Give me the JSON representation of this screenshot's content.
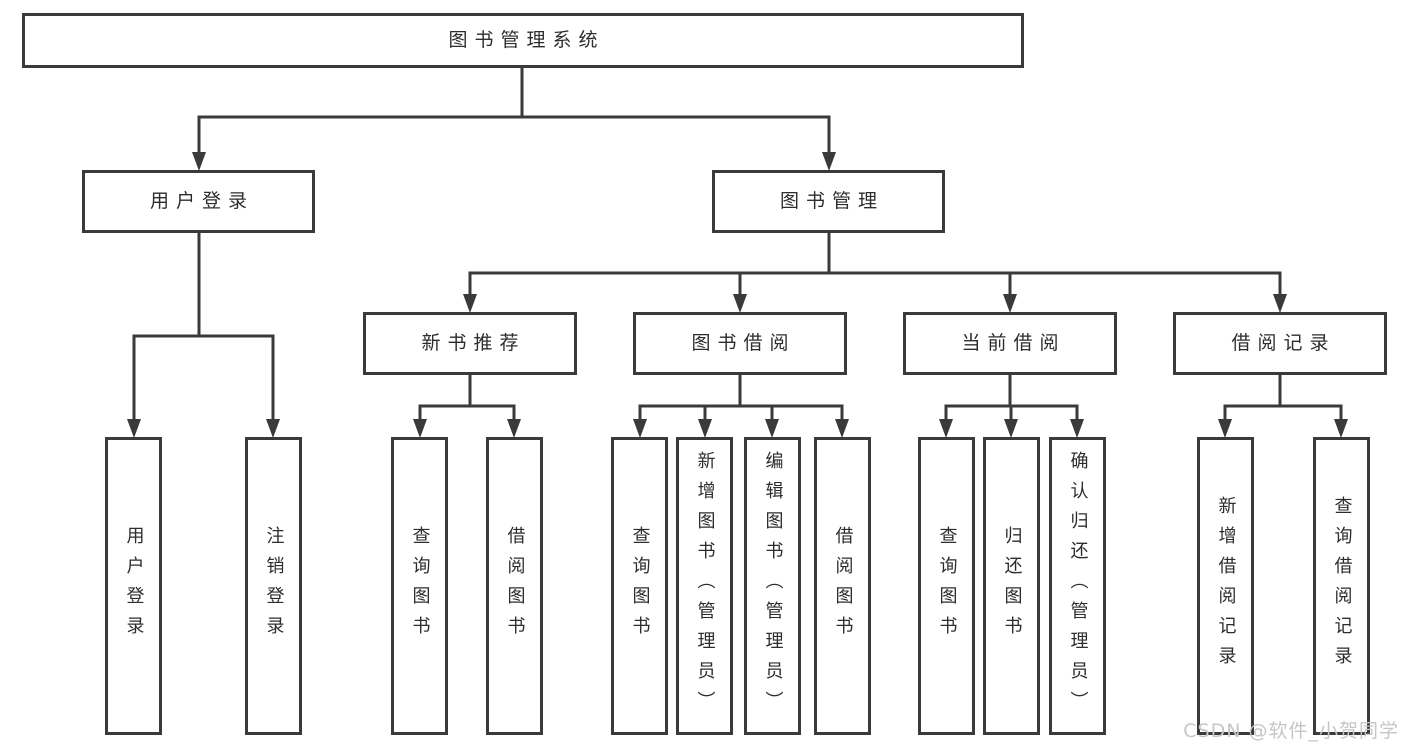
{
  "colors": {
    "line": "#3a3a3a",
    "text": "#2d2d2d",
    "box_bg": "#ffffff",
    "page_bg": "#ffffff",
    "watermark": "#c6c6c6"
  },
  "tree": {
    "root": "图书管理系统",
    "branches": [
      {
        "label": "用户登录",
        "children": [
          "用户登录",
          "注销登录"
        ]
      },
      {
        "label": "图书管理",
        "sections": [
          {
            "label": "新书推荐",
            "children": [
              "查询图书",
              "借阅图书"
            ]
          },
          {
            "label": "图书借阅",
            "children": [
              "查询图书",
              "新增图书（管理员）",
              "编辑图书（管理员）",
              "借阅图书"
            ]
          },
          {
            "label": "当前借阅",
            "children": [
              "查询图书",
              "归还图书",
              "确认归还（管理员）"
            ]
          },
          {
            "label": "借阅记录",
            "children": [
              "新增借阅记录",
              "查询借阅记录"
            ]
          }
        ]
      }
    ]
  },
  "watermark": {
    "text": "CSDN @软件_小贺同学"
  }
}
